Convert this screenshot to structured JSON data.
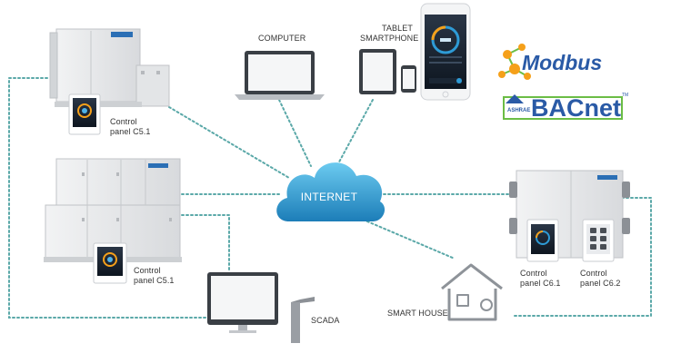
{
  "labels": {
    "computer": "COMPUTER",
    "tablet": "TABLET",
    "smartphone": "SMARTPHONE",
    "internet": "INTERNET",
    "scada": "SCADA",
    "smart_house": "SMART HOUSE",
    "panel_c51_top_1": "Control",
    "panel_c51_top_2": "panel C5.1",
    "panel_c51_mid_1": "Control",
    "panel_c51_mid_2": "panel C5.1",
    "panel_c61_1": "Control",
    "panel_c61_2": "panel C6.1",
    "panel_c62_1": "Control",
    "panel_c62_2": "panel C6.2"
  },
  "logos": {
    "modbus": "Modbus",
    "bacnet": "BACnet",
    "bacnet_tm": "TM",
    "ashrae": "ASHRAE"
  },
  "colors": {
    "connector": "#5aa8a8",
    "cloud_top": "#5fc1ea",
    "cloud_bottom": "#1e7fb8",
    "unit_light": "#e9eaec",
    "unit_dark": "#c9ccd0",
    "brand_blue": "#2b6fb5",
    "modbus_orange": "#f5a01a",
    "bacnet_blue": "#2a5aa6",
    "bacnet_green": "#6bbd45"
  }
}
